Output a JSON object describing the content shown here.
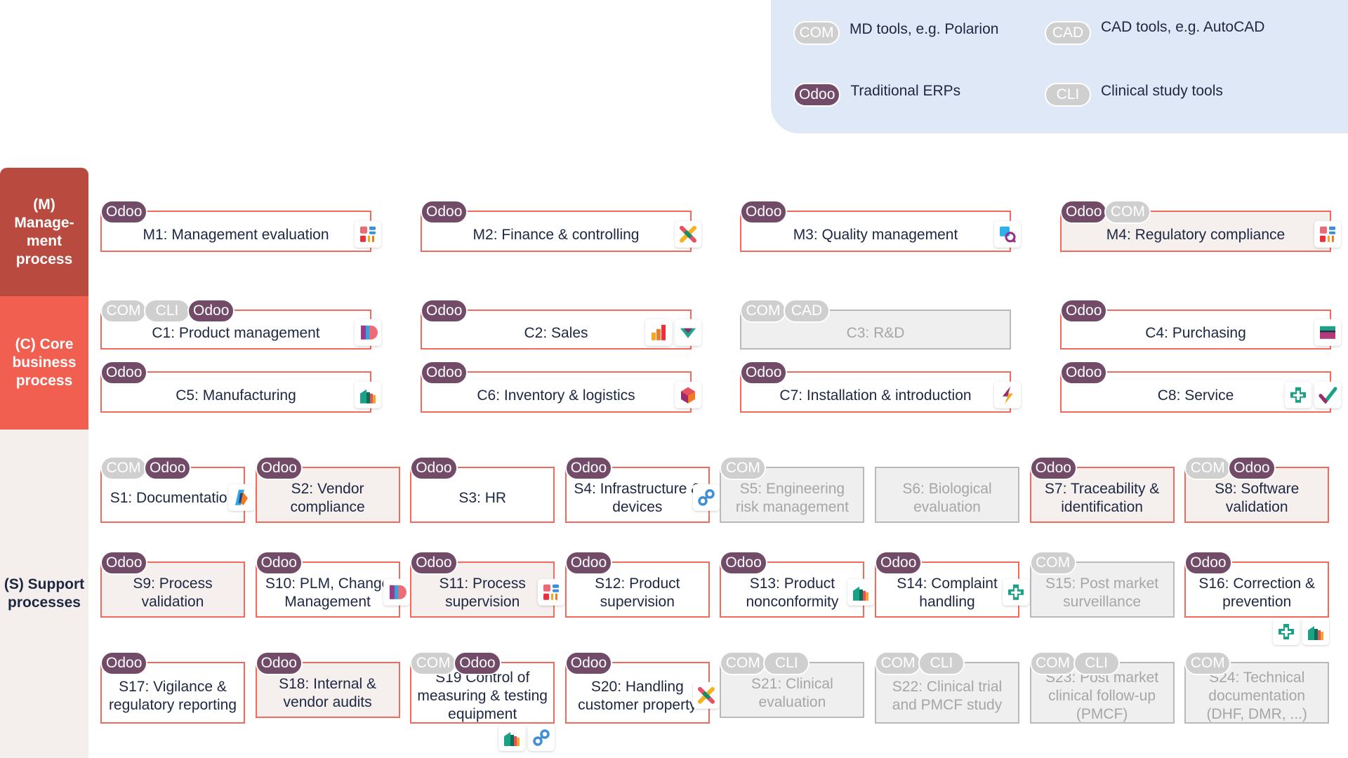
{
  "legend": [
    {
      "tag": "COM",
      "text": "MD tools, e.g. Polarion"
    },
    {
      "tag": "CAD",
      "text": "CAD tools, e.g. AutoCAD"
    },
    {
      "tag": "Odoo",
      "text": "Traditional ERPs"
    },
    {
      "tag": "CLI",
      "text": "Clinical study tools"
    }
  ],
  "bands": {
    "m": "(M) Manage-ment process",
    "c": "(C) Core business process",
    "s": "(S) Support processes"
  },
  "colors": {
    "odoo": "#714b67",
    "tool": "#cfcfcf",
    "management": "#b84a3f",
    "core": "#f05f50",
    "support": "#f4efed",
    "border": "#f26a5e"
  },
  "management": [
    {
      "label": "M1: Management evaluation",
      "tags": [
        "Odoo"
      ],
      "icons": [
        "dashboard-icon"
      ],
      "style": "white"
    },
    {
      "label": "M2: Finance & controlling",
      "tags": [
        "Odoo"
      ],
      "icons": [
        "accounting-icon"
      ],
      "style": "white"
    },
    {
      "label": "M3: Quality management",
      "tags": [
        "Odoo"
      ],
      "icons": [
        "quality-icon"
      ],
      "style": "white"
    },
    {
      "label": "M4: Regulatory compliance",
      "tags": [
        "Odoo",
        "COM"
      ],
      "icons": [
        "dashboard-icon"
      ],
      "style": "tint"
    }
  ],
  "core": [
    {
      "label": "C1: Product management",
      "tags": [
        "COM",
        "CLI",
        "Odoo"
      ],
      "icons": [
        "plm-icon"
      ],
      "style": "white"
    },
    {
      "label": "C2: Sales",
      "tags": [
        "Odoo"
      ],
      "icons": [
        "sales-icon",
        "crm-icon"
      ],
      "style": "white"
    },
    {
      "label": "C3: R&D",
      "tags": [
        "COM",
        "CAD"
      ],
      "icons": [],
      "style": "gray"
    },
    {
      "label": "C4: Purchasing",
      "tags": [
        "Odoo"
      ],
      "icons": [
        "purchase-icon"
      ],
      "style": "white"
    },
    {
      "label": "C5: Manufacturing",
      "tags": [
        "Odoo"
      ],
      "icons": [
        "manufacturing-icon"
      ],
      "style": "white"
    },
    {
      "label": "C6: Inventory & logistics",
      "tags": [
        "Odoo"
      ],
      "icons": [
        "inventory-icon"
      ],
      "style": "white"
    },
    {
      "label": "C7: Installation & introduction",
      "tags": [
        "Odoo"
      ],
      "icons": [
        "bolt-icon"
      ],
      "style": "white"
    },
    {
      "label": "C8: Service",
      "tags": [
        "Odoo"
      ],
      "icons": [
        "helpdesk-icon",
        "check-icon"
      ],
      "style": "white"
    }
  ],
  "support": [
    {
      "label": "S1: Documentation",
      "tags": [
        "COM",
        "Odoo"
      ],
      "icons": [
        "documents-icon"
      ],
      "style": "white"
    },
    {
      "label": "S2: Vendor compliance",
      "tags": [
        "Odoo"
      ],
      "icons": [],
      "style": "tint"
    },
    {
      "label": "S3: HR",
      "tags": [
        "Odoo"
      ],
      "icons": [],
      "style": "white"
    },
    {
      "label": "S4: Infrastructure & devices",
      "tags": [
        "Odoo"
      ],
      "icons": [
        "link-icon"
      ],
      "style": "white"
    },
    {
      "label": "S5: Engineering risk management",
      "tags": [
        "COM"
      ],
      "icons": [],
      "style": "gray"
    },
    {
      "label": "S6: Biological evaluation",
      "tags": [],
      "icons": [],
      "style": "gray"
    },
    {
      "label": "S7: Traceability & identification",
      "tags": [
        "Odoo"
      ],
      "icons": [],
      "style": "tint"
    },
    {
      "label": "S8: Software validation",
      "tags": [
        "COM",
        "Odoo"
      ],
      "icons": [],
      "style": "tint"
    },
    {
      "label": "S9: Process validation",
      "tags": [
        "Odoo"
      ],
      "icons": [],
      "style": "tint"
    },
    {
      "label": "S10: PLM, Change Management",
      "tags": [
        "Odoo"
      ],
      "icons": [
        "plm-icon"
      ],
      "style": "white"
    },
    {
      "label": "S11: Process supervision",
      "tags": [
        "Odoo"
      ],
      "icons": [
        "dashboard-icon"
      ],
      "style": "tint"
    },
    {
      "label": "S12: Product supervision",
      "tags": [
        "Odoo"
      ],
      "icons": [],
      "style": "white"
    },
    {
      "label": "S13: Product nonconformity",
      "tags": [
        "Odoo"
      ],
      "icons": [
        "manufacturing-icon"
      ],
      "style": "white"
    },
    {
      "label": "S14: Complaint handling",
      "tags": [
        "Odoo"
      ],
      "icons": [
        "helpdesk-icon"
      ],
      "style": "white"
    },
    {
      "label": "S15: Post market surveillance",
      "tags": [
        "COM"
      ],
      "icons": [],
      "style": "gray"
    },
    {
      "label": "S16: Correction & prevention",
      "tags": [
        "Odoo"
      ],
      "icons": [
        "helpdesk-icon",
        "manufacturing-icon"
      ],
      "style": "white"
    },
    {
      "label": "S17: Vigilance & regulatory reporting",
      "tags": [
        "Odoo"
      ],
      "icons": [],
      "style": "white"
    },
    {
      "label": "S18: Internal & vendor audits",
      "tags": [
        "Odoo"
      ],
      "icons": [],
      "style": "tint"
    },
    {
      "label": "S19 Control of measuring & testing equipment",
      "tags": [
        "COM",
        "Odoo"
      ],
      "icons": [
        "manufacturing-icon",
        "link-icon"
      ],
      "style": "white"
    },
    {
      "label": "S20: Handling customer property",
      "tags": [
        "Odoo"
      ],
      "icons": [
        "accounting-icon"
      ],
      "style": "white"
    },
    {
      "label": "S21: Clinical evaluation",
      "tags": [
        "COM",
        "CLI"
      ],
      "icons": [],
      "style": "gray"
    },
    {
      "label": "S22: Clinical trial and PMCF study",
      "tags": [
        "COM",
        "CLI"
      ],
      "icons": [],
      "style": "gray"
    },
    {
      "label": "S23: Post market clinical follow-up (PMCF)",
      "tags": [
        "COM",
        "CLI"
      ],
      "icons": [],
      "style": "gray"
    },
    {
      "label": "S24: Technical documentation (DHF, DMR, ...)",
      "tags": [
        "COM"
      ],
      "icons": [],
      "style": "gray"
    }
  ]
}
